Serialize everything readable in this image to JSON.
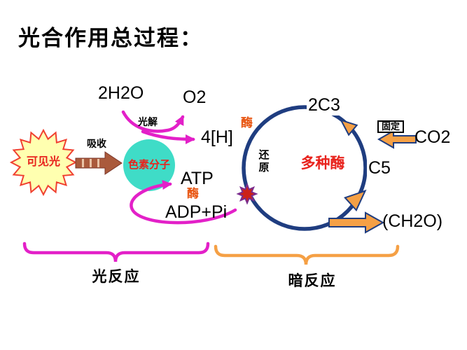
{
  "title": "光合作用总过程：",
  "labels": {
    "visible_light": "可见光",
    "absorb": "吸收",
    "pigment_molecule": "色素分子",
    "water": "2H2O",
    "photolysis": "光解",
    "oxygen": "O2",
    "hydrogen": "4[H]",
    "enzyme_top": "酶",
    "c3": "2C3",
    "fixation": "固定",
    "co2": "CO2",
    "reduction": "还原",
    "multi_enzyme": "多种酶",
    "c5": "C5",
    "atp": "ATP",
    "enzyme_atp": "酶",
    "adp_pi": "ADP+Pi",
    "carbohydrate": "(CH2O)",
    "light_reaction": "光反应",
    "dark_reaction": "暗反应"
  },
  "colors": {
    "magenta": "#e320c8",
    "orange": "#f5a045",
    "navy": "#1f3d80",
    "teal": "#3fdcc7",
    "red": "#e8231d",
    "enzymered": "#e85511",
    "sunfill": "#ffffb0",
    "sunstroke": "#f04030",
    "brown": "#aa5a3c"
  }
}
